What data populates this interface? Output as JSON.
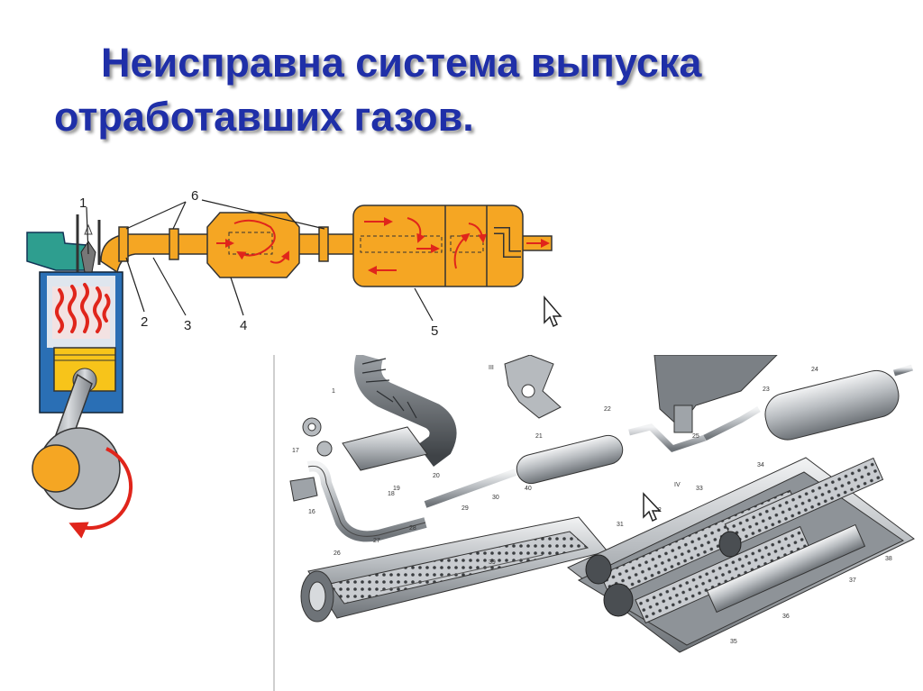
{
  "slide": {
    "title_line1": "Неисправна система выпуска",
    "title_line2": "отработавших газов."
  },
  "colors": {
    "title": "#1f2fa8",
    "pipe_orange": "#f5a623",
    "flow_red": "#e0251b",
    "cylinder_blue": "#2a6fb5",
    "manifold_teal": "#2e9e8f",
    "metal_gray": "#a8acb0"
  },
  "top_diagram": {
    "callouts": [
      "1",
      "6",
      "2",
      "3",
      "4",
      "5"
    ]
  },
  "bottom_diagram": {
    "labels": [
      "1",
      "17",
      "16",
      "18",
      "19",
      "20",
      "21",
      "22",
      "23",
      "24",
      "25",
      "26",
      "27",
      "28",
      "29",
      "30",
      "31",
      "32",
      "33",
      "34",
      "35",
      "36",
      "37",
      "38",
      "39",
      "40",
      "III",
      "IV"
    ]
  },
  "icons": [
    "mouse-cursor-icon",
    "mouse-cursor-icon"
  ]
}
